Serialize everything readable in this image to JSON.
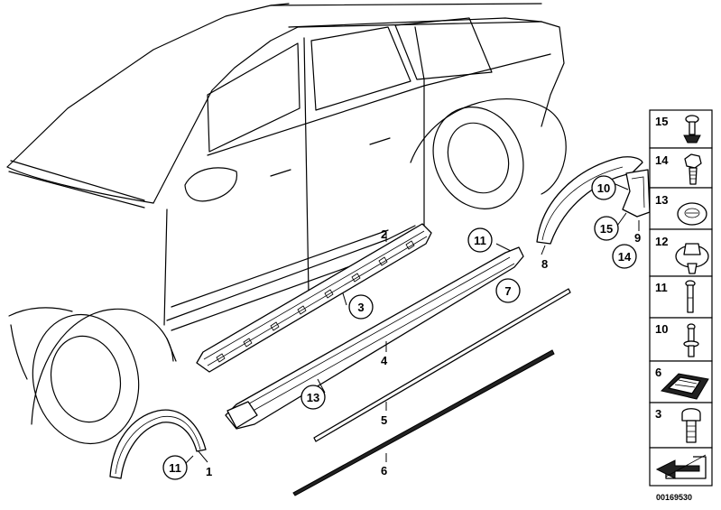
{
  "callouts": {
    "p1": "1",
    "p2": "2",
    "p3": "3",
    "p4": "4",
    "p5": "5",
    "p6": "6",
    "p7": "7",
    "p8": "8",
    "p9": "9",
    "p10": "10",
    "p11a": "11",
    "p11b": "11",
    "p13": "13",
    "p14": "14",
    "p15": "15"
  },
  "legend": {
    "items": [
      "15",
      "14",
      "13",
      "12",
      "11",
      "10",
      "6",
      "3"
    ]
  },
  "reference_number": "00169530"
}
